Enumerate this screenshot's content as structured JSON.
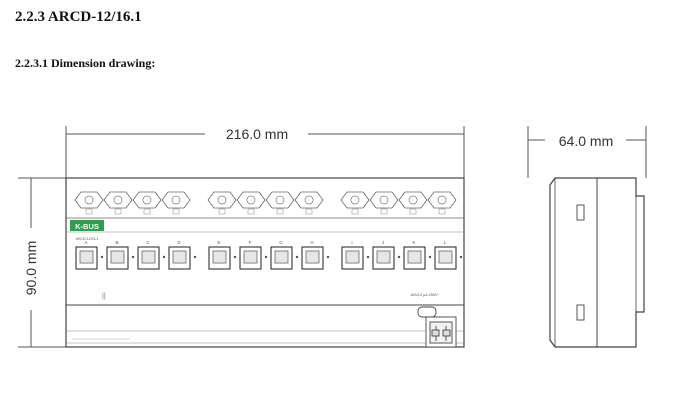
{
  "document": {
    "heading": "2.2.3 ARCD-12/16.1",
    "subheading": "2.2.3.1 Dimension drawing:"
  },
  "drawing": {
    "width_label": "216.0 mm",
    "height_label": "90.0 mm",
    "depth_label": "64.0 mm",
    "brand_label": "K-BUS",
    "model_small": "ARCD-12/16.1",
    "rating_small": "16A/10 μA 250V~",
    "channel_letters": [
      "A",
      "B",
      "C",
      "D",
      "E",
      "F",
      "G",
      "H",
      "I",
      "J",
      "K",
      "L"
    ],
    "terminal_groups": 3,
    "relay_count": 12
  }
}
